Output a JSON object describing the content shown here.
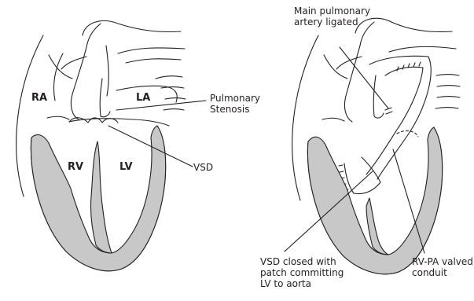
{
  "left_heart": {
    "chambers": {
      "ra": "RA",
      "la": "LA",
      "rv": "RV",
      "lv": "LV"
    },
    "labels": {
      "pulmonary_stenosis_line1": "Pulmonary",
      "pulmonary_stenosis_line2": "Stenosis",
      "vsd": "VSD"
    }
  },
  "right_heart": {
    "labels": {
      "mpa_line1": "Main pulmonary",
      "mpa_line2": "artery ligated",
      "vsd_line1": "VSD closed with",
      "vsd_line2": "patch committing",
      "vsd_line3": "LV to aorta",
      "conduit_line1": "RV-PA valved",
      "conduit_line2": "conduit"
    }
  },
  "colors": {
    "stroke": "#231f20",
    "myocardium": "#c8c8c8",
    "background": "#ffffff"
  }
}
